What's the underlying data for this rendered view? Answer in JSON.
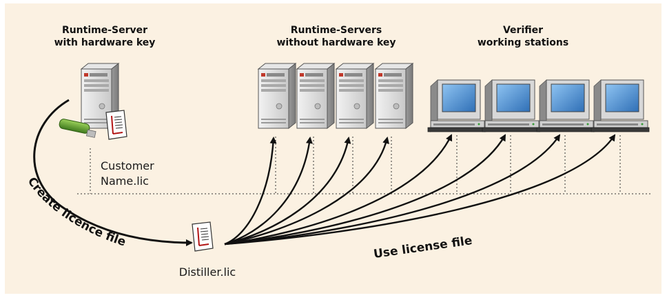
{
  "headings": {
    "runtime_server_key": [
      "Runtime-Server",
      "with hardware key"
    ],
    "runtime_servers_nokey": [
      "Runtime-Servers",
      "without hardware key"
    ],
    "verifier": [
      "Verifier",
      "working stations"
    ]
  },
  "files": {
    "customer": [
      "Customer",
      "Name.lic"
    ],
    "distiller": "Distiller.lic"
  },
  "labels": {
    "create": "Create licence file",
    "use": "Use license file"
  },
  "colors": {
    "background": "#fbf1e2",
    "arrow": "#111111",
    "dongle": "#6aa832",
    "screen": "#3f86cf"
  },
  "icons": {
    "server": "server-tower-icon",
    "workstation": "computer-monitor-icon",
    "document": "license-document-icon",
    "key": "usb-hardware-key-icon"
  }
}
